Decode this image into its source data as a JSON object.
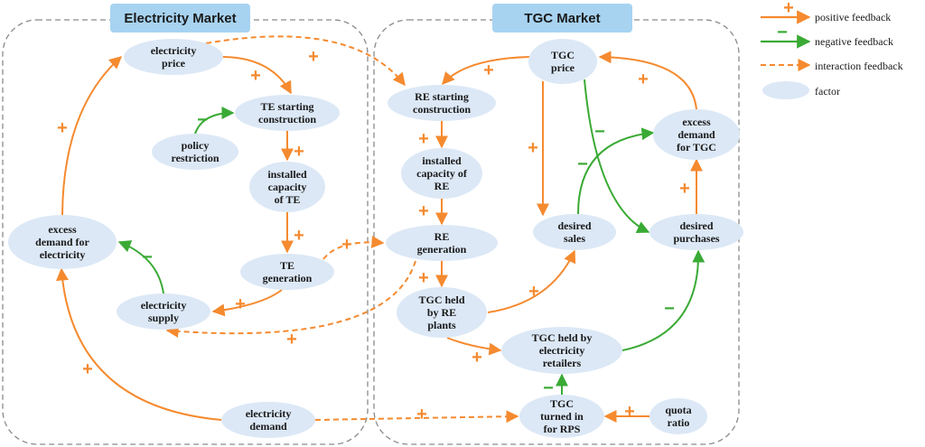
{
  "colors": {
    "positive": "#f58a2f",
    "negative": "#3aaa35",
    "node_fill": "#dce8f6",
    "title_fill": "#a7d3f1",
    "region_border": "#8a8a8a"
  },
  "regions": [
    {
      "id": "electricity-market",
      "title": "Electricity Market"
    },
    {
      "id": "tgc-market",
      "title": "TGC Market"
    }
  ],
  "nodes": [
    {
      "id": "electricity-price",
      "lines": [
        "electricity",
        "price"
      ]
    },
    {
      "id": "te-starting-construction",
      "lines": [
        "TE starting",
        "construction"
      ]
    },
    {
      "id": "policy-restriction",
      "lines": [
        "policy",
        "restriction"
      ]
    },
    {
      "id": "installed-capacity-te",
      "lines": [
        "installed",
        "capacity",
        "of TE"
      ]
    },
    {
      "id": "excess-demand-electricity",
      "lines": [
        "excess",
        "demand for",
        "electricity"
      ]
    },
    {
      "id": "te-generation",
      "lines": [
        "TE",
        "generation"
      ]
    },
    {
      "id": "electricity-supply",
      "lines": [
        "electricity",
        "supply"
      ]
    },
    {
      "id": "electricity-demand",
      "lines": [
        "electricity",
        "demand"
      ]
    },
    {
      "id": "re-starting-construction",
      "lines": [
        "RE starting",
        "construction"
      ]
    },
    {
      "id": "installed-capacity-re",
      "lines": [
        "installed",
        "capacity of",
        "RE"
      ]
    },
    {
      "id": "re-generation",
      "lines": [
        "RE",
        "generation"
      ]
    },
    {
      "id": "tgc-held-re",
      "lines": [
        "TGC held",
        "by RE",
        "plants"
      ]
    },
    {
      "id": "tgc-held-retailers",
      "lines": [
        "TGC held by",
        "electricity",
        "retailers"
      ]
    },
    {
      "id": "tgc-turned-in",
      "lines": [
        "TGC",
        "turned in",
        "for RPS"
      ]
    },
    {
      "id": "quota-ratio",
      "lines": [
        "quota",
        "ratio"
      ]
    },
    {
      "id": "tgc-price",
      "lines": [
        "TGC",
        "price"
      ]
    },
    {
      "id": "desired-sales",
      "lines": [
        "desired",
        "sales"
      ]
    },
    {
      "id": "excess-demand-tgc",
      "lines": [
        "excess",
        "demand",
        "for TGC"
      ]
    },
    {
      "id": "desired-purchases",
      "lines": [
        "desired",
        "purchases"
      ]
    }
  ],
  "links": [
    {
      "id": "price-to-te-start",
      "type": "positive",
      "sign": "+"
    },
    {
      "id": "policy-to-te-start",
      "type": "negative",
      "sign": "−"
    },
    {
      "id": "te-start-to-capacity",
      "type": "positive",
      "sign": "+"
    },
    {
      "id": "te-capacity-to-generation",
      "type": "positive",
      "sign": "+"
    },
    {
      "id": "te-generation-to-supply",
      "type": "positive",
      "sign": "+"
    },
    {
      "id": "supply-to-excess-demand",
      "type": "negative",
      "sign": "−"
    },
    {
      "id": "excess-demand-to-price",
      "type": "positive",
      "sign": "+"
    },
    {
      "id": "demand-to-excess-demand",
      "type": "positive",
      "sign": "+"
    },
    {
      "id": "price-to-re-start",
      "type": "interaction",
      "sign": "+"
    },
    {
      "id": "te-generation-to-re-generation",
      "type": "interaction",
      "sign": "+"
    },
    {
      "id": "re-generation-to-supply",
      "type": "interaction",
      "sign": "+"
    },
    {
      "id": "demand-to-tgc-turned-in",
      "type": "interaction",
      "sign": "+"
    },
    {
      "id": "tgc-price-to-re-start",
      "type": "positive",
      "sign": "+"
    },
    {
      "id": "re-start-to-capacity",
      "type": "positive",
      "sign": "+"
    },
    {
      "id": "re-capacity-to-generation",
      "type": "positive",
      "sign": "+"
    },
    {
      "id": "re-generation-to-tgc-held",
      "type": "positive",
      "sign": "+"
    },
    {
      "id": "tgc-held-re-to-desired-sales",
      "type": "positive",
      "sign": "+"
    },
    {
      "id": "tgc-held-re-to-retailers",
      "type": "positive",
      "sign": "+"
    },
    {
      "id": "tgc-turned-in-to-retailers",
      "type": "negative",
      "sign": "−"
    },
    {
      "id": "quota-to-tgc-turned-in",
      "type": "positive",
      "sign": "+"
    },
    {
      "id": "retailers-to-desired-purchases",
      "type": "negative",
      "sign": "−"
    },
    {
      "id": "tgc-price-to-desired-sales",
      "type": "positive",
      "sign": "+"
    },
    {
      "id": "tgc-price-to-desired-purchases",
      "type": "negative",
      "sign": "−"
    },
    {
      "id": "desired-sales-to-excess-demand",
      "type": "negative",
      "sign": "−"
    },
    {
      "id": "desired-purchases-to-excess-demand",
      "type": "positive",
      "sign": "+"
    },
    {
      "id": "excess-demand-tgc-to-price",
      "type": "positive",
      "sign": "+"
    }
  ],
  "legend": {
    "positive": {
      "symbol": "+",
      "label": "positive feedback"
    },
    "negative": {
      "symbol": "−",
      "label": "negative feedback"
    },
    "interaction": {
      "label": "interaction feedback"
    },
    "factor": {
      "label": "factor"
    }
  }
}
